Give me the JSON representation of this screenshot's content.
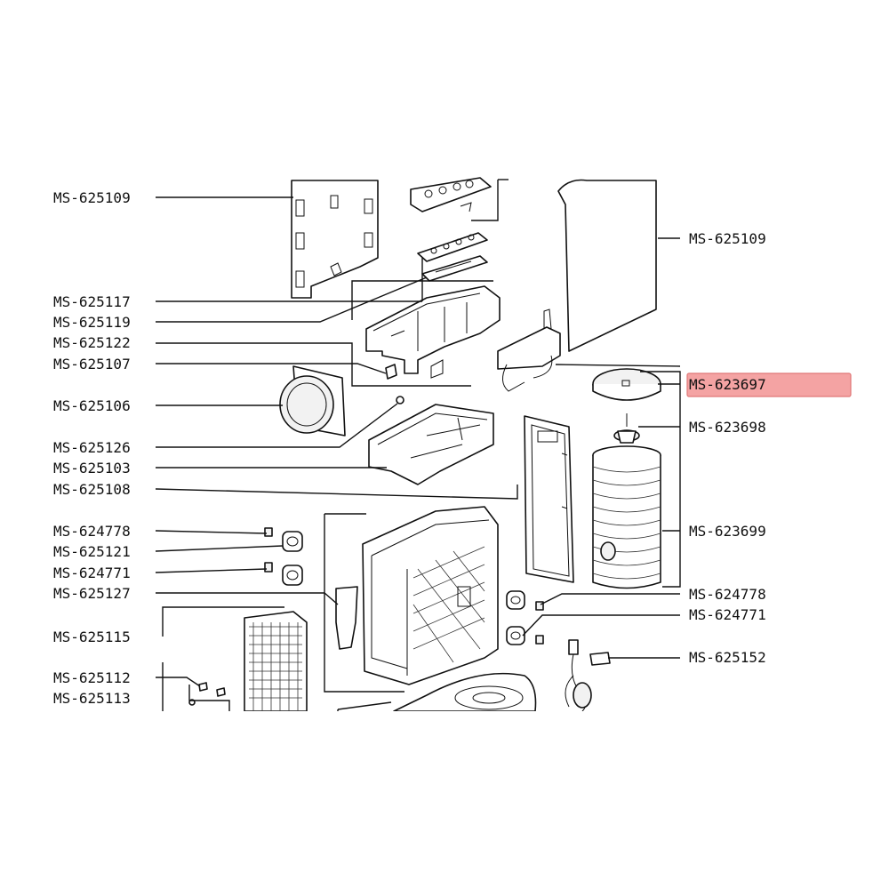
{
  "labels": {
    "l_625109_left": "MS-625109",
    "l_625117": "MS-625117",
    "l_625119": "MS-625119",
    "l_625122": "MS-625122",
    "l_625107": "MS-625107",
    "l_625106": "MS-625106",
    "l_625126": "MS-625126",
    "l_625103": "MS-625103",
    "l_625108": "MS-625108",
    "l_624778_left": "MS-624778",
    "l_625121": "MS-625121",
    "l_624771_left": "MS-624771",
    "l_625127": "MS-625127",
    "l_625115": "MS-625115",
    "l_625112": "MS-625112",
    "l_625113": "MS-625113",
    "l_625109_right": "MS-625109",
    "l_623697": "MS-623697",
    "l_623698": "MS-623698",
    "l_623699": "MS-623699",
    "l_624778_right": "MS-624778",
    "l_624771_right": "MS-624771",
    "l_625152": "MS-625152"
  },
  "colors": {
    "highlight_fill": "#f4a3a3",
    "highlight_border": "#e07878",
    "line": "#111111"
  }
}
